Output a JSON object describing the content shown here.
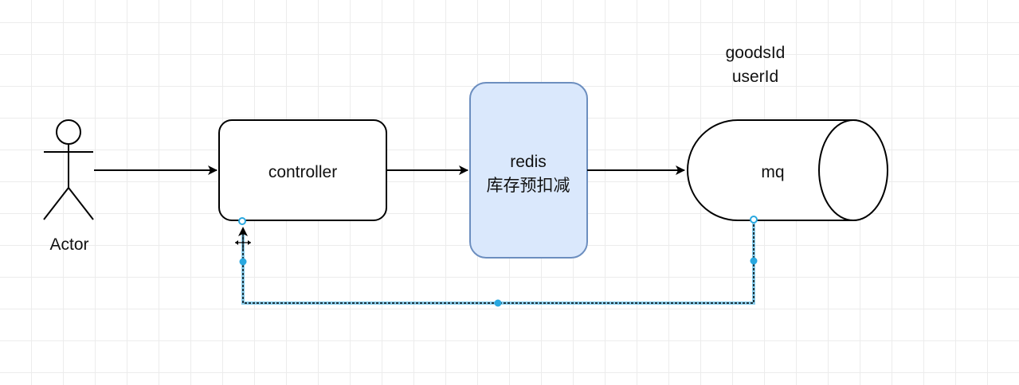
{
  "diagram": {
    "actor": {
      "label": "Actor"
    },
    "controller": {
      "label": "controller"
    },
    "redis": {
      "line1": "redis",
      "line2": "库存预扣减"
    },
    "mq": {
      "label": "mq"
    },
    "message": {
      "line1": "goodsId",
      "line2": "userId"
    }
  },
  "colors": {
    "redis_fill": "#dae8fc",
    "redis_stroke": "#6c8ebf",
    "edge": "#000000",
    "selection": "#29a8e0",
    "grid": "#ececec"
  }
}
